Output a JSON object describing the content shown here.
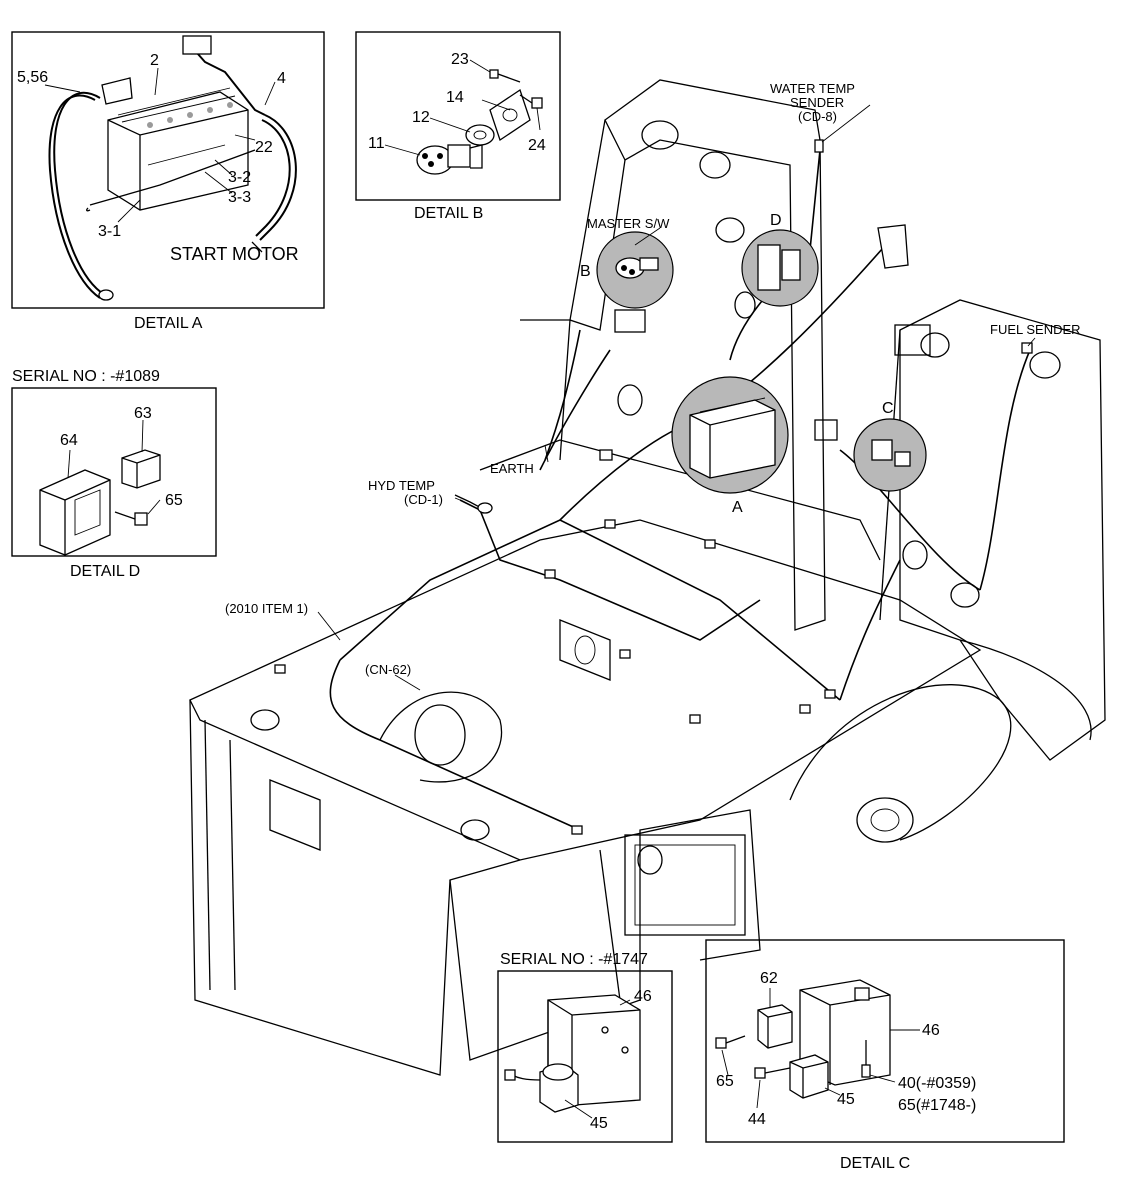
{
  "detail_a": {
    "title": "DETAIL A",
    "callouts": [
      "5,56",
      "2",
      "4",
      "22",
      "3-2",
      "3-3",
      "3-1"
    ],
    "start_motor": "START MOTOR"
  },
  "detail_b": {
    "title": "DETAIL B",
    "callouts": [
      "23",
      "14",
      "12",
      "11",
      "24"
    ]
  },
  "detail_d": {
    "serial": "SERIAL NO : -#1089",
    "title": "DETAIL D",
    "callouts": [
      "63",
      "64",
      "65"
    ]
  },
  "detail_c": {
    "title": "DETAIL C",
    "callouts": [
      "62",
      "46",
      "65",
      "44",
      "45"
    ],
    "note_1": "40(-#0359)",
    "note_2": "65(#1748-)"
  },
  "detail_serial_1747": {
    "serial": "SERIAL NO : -#1747",
    "callouts": [
      "46",
      "45"
    ]
  },
  "main_labels": {
    "water_temp_1": "WATER TEMP",
    "water_temp_2": "SENDER",
    "water_temp_3": "(CD-8)",
    "master_sw": "MASTER S/W",
    "b": "B",
    "d": "D",
    "fuel_sender": "FUEL SENDER",
    "c": "C",
    "earth": "EARTH",
    "hyd_temp_1": "HYD TEMP",
    "hyd_temp_2": "(CD-1)",
    "a": "A",
    "item_2010": "(2010 ITEM 1)",
    "cn62": "(CN-62)"
  }
}
